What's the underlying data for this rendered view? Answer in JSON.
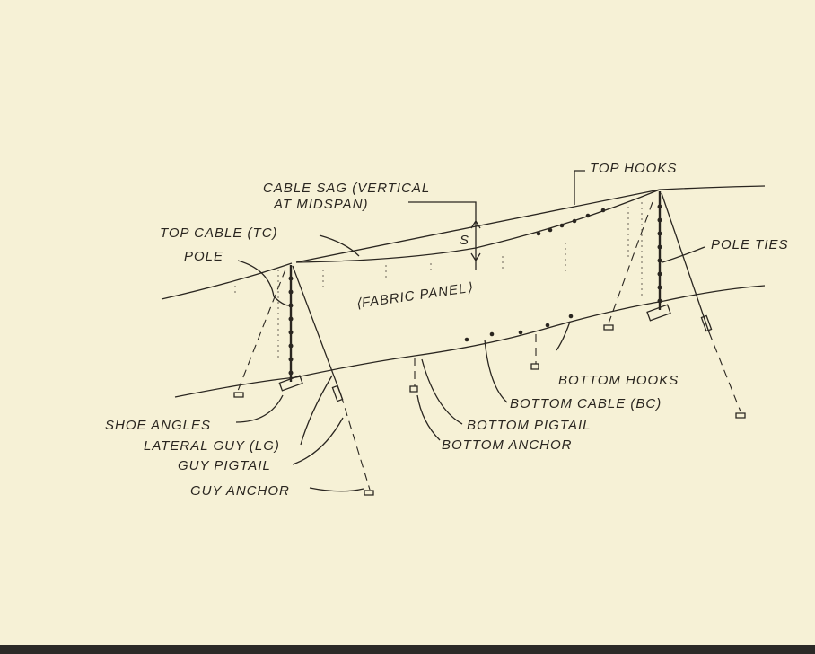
{
  "labels": {
    "top_hooks": "TOP HOOKS",
    "cable_sag_1": "CABLE SAG (VERTICAL",
    "cable_sag_2": "AT MIDSPAN)",
    "sag_symbol": "S",
    "top_cable": "TOP CABLE (TC)",
    "pole": "POLE",
    "pole_ties": "POLE TIES",
    "fabric_panel": "⟨FABRIC PANEL⟩",
    "bottom_hooks": "BOTTOM HOOKS",
    "bottom_cable": "BOTTOM CABLE (BC)",
    "bottom_pigtail": "BOTTOM PIGTAIL",
    "bottom_anchor": "BOTTOM ANCHOR",
    "shoe_angles": "SHOE ANGLES",
    "lateral_guy": "LATERAL GUY (LG)",
    "guy_pigtail": "GUY PIGTAIL",
    "guy_anchor": "GUY ANCHOR"
  },
  "colors": {
    "background": "#f6f1d6",
    "ink": "#2a2620"
  }
}
